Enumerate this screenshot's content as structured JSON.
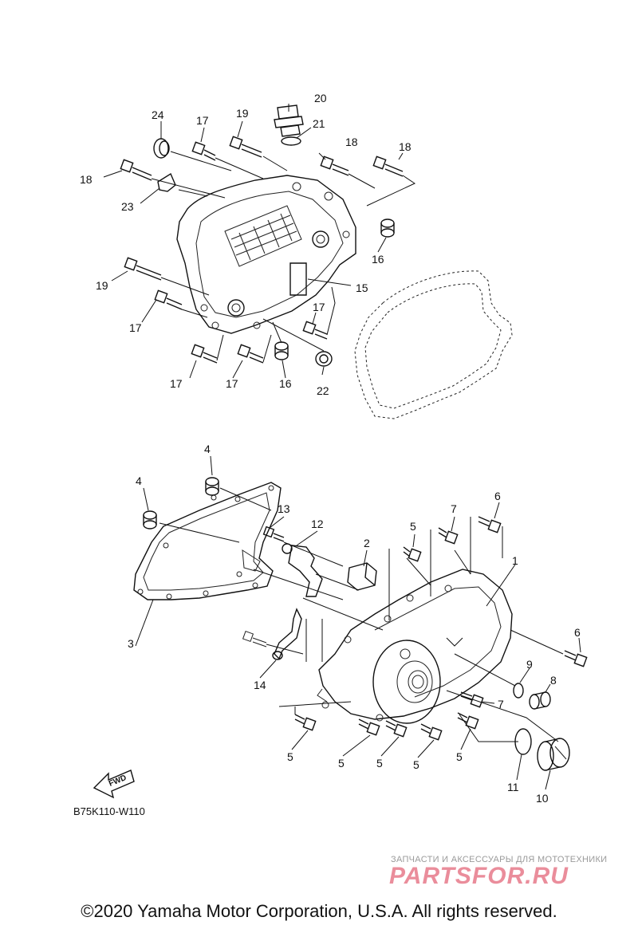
{
  "diagram": {
    "callouts": {
      "c20": "20",
      "c21": "21",
      "c24": "24",
      "c17a": "17",
      "c19a": "19",
      "c18a": "18",
      "c18b": "18",
      "c18c": "18",
      "c23": "23",
      "c16a": "16",
      "c19b": "19",
      "c15": "15",
      "c17b": "17",
      "c17c": "17",
      "c17d": "17",
      "c17e": "17",
      "c16b": "16",
      "c22": "22",
      "c4a": "4",
      "c4b": "4",
      "c13": "13",
      "c12": "12",
      "c2": "2",
      "c5a": "5",
      "c7a": "7",
      "c6a": "6",
      "c1": "1",
      "c3": "3",
      "c6b": "6",
      "c9": "9",
      "c8": "8",
      "c14": "14",
      "c7b": "7",
      "c5b": "5",
      "c5c": "5",
      "c5d": "5",
      "c5e": "5",
      "c5f": "5",
      "c11": "11",
      "c10": "10"
    },
    "fwd_label": "FWD",
    "diagram_code": "B75K110-W110"
  },
  "watermark": {
    "tagline": "ЗАПЧАСТИ И АКСЕССУАРЫ ДЛЯ МОТОТЕХНИКИ",
    "brand": "PARTSFOR.RU"
  },
  "footer": {
    "copyright": "©2020 Yamaha Motor Corporation, U.S.A. All rights reserved."
  }
}
